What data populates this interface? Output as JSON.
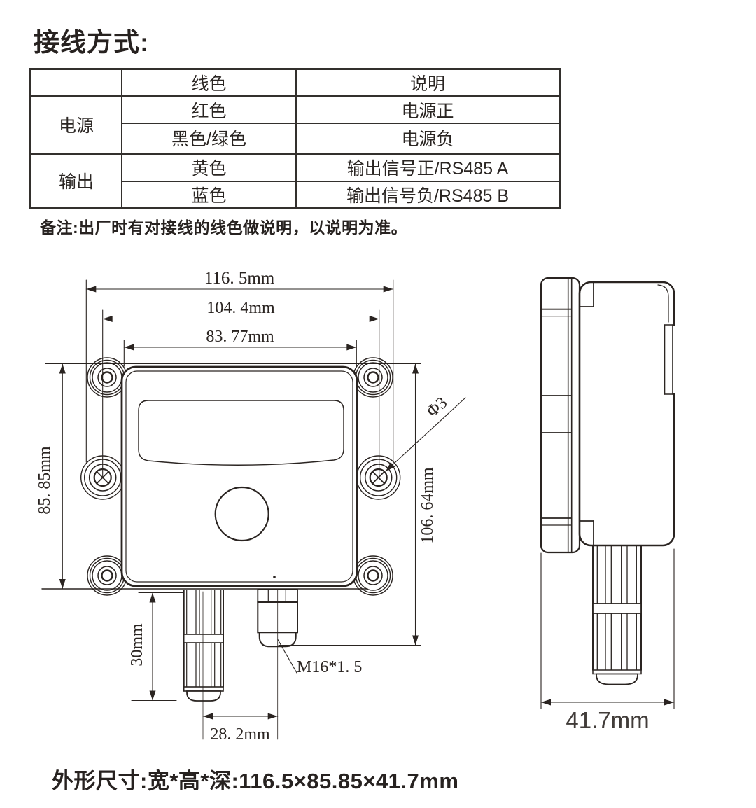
{
  "page": {
    "background": "#ffffff",
    "ink": "#2a2421",
    "text_color": "#272220"
  },
  "title": "接线方式:",
  "wiring_table": {
    "header": {
      "blank": "",
      "wire_color": "线色",
      "description": "说明"
    },
    "groups": [
      {
        "label": "电源",
        "rows": [
          {
            "wire_color": "红色",
            "description": "电源正"
          },
          {
            "wire_color": "黑色/绿色",
            "description": "电源负"
          }
        ]
      },
      {
        "label": "输出",
        "rows": [
          {
            "wire_color": "黄色",
            "description": "输出信号正/RS485 A"
          },
          {
            "wire_color": "蓝色",
            "description": "输出信号负/RS485 B"
          }
        ]
      }
    ]
  },
  "note": "备注:出厂时有对接线的线色做说明，以说明为准。",
  "dimensions": {
    "front": {
      "overall_width": "116. 5mm",
      "hole_spacing_width": "104. 4mm",
      "body_width": "83. 77mm",
      "plate_height": "85. 85mm",
      "overall_height": "106. 64mm",
      "probe_length": "30mm",
      "probe_to_gland": "28. 2mm",
      "mount_hole_diameter": "Φ3",
      "gland_thread": "M16*1. 5"
    },
    "side": {
      "depth": "41.7mm"
    }
  },
  "footer": "外形尺寸:宽*高*深:116.5×85.85×41.7mm"
}
